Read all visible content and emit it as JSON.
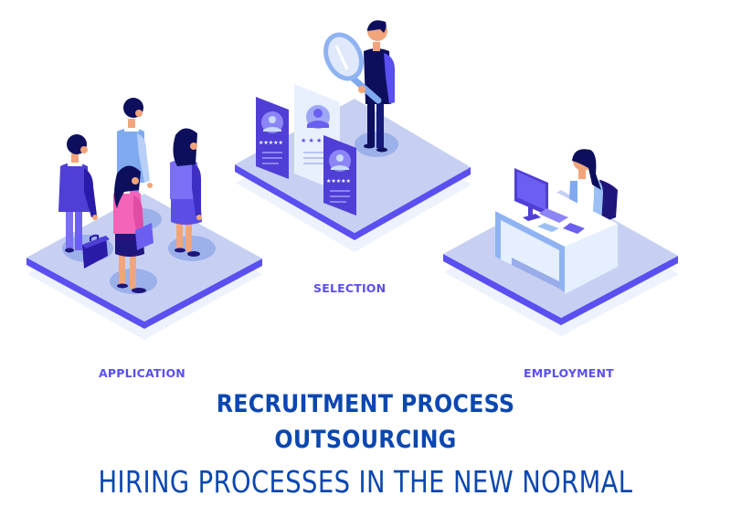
{
  "stages": [
    {
      "id": "application",
      "label": "APPLICATION"
    },
    {
      "id": "selection",
      "label": "SELECTION"
    },
    {
      "id": "employment",
      "label": "EMPLOYMENT"
    }
  ],
  "heading": {
    "line1": "RECRUITMENT PROCESS",
    "line2": "OUTSOURCING",
    "line3": "HIRING PROCESSES IN THE NEW NORMAL"
  },
  "colors": {
    "platform_top": "#c7d0f2",
    "platform_edge": "#5a4ff0",
    "platform_shadow": "#eef2fd",
    "label": "#5a4ff0",
    "heading": "#0b47b0",
    "navy": "#0d0f5c",
    "skin": "#f2a57a",
    "pink": "#f464b8",
    "light_blue": "#a8c4f5",
    "indigo": "#4f3fd6"
  },
  "icons": [
    "magnifying-glass-icon",
    "resume-card-icon",
    "star-rating-icon",
    "computer-monitor-icon",
    "briefcase-icon",
    "clipboard-icon"
  ]
}
